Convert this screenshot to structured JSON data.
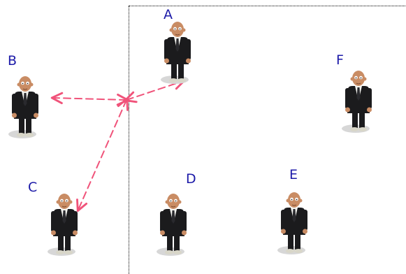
{
  "colors": {
    "label": "#1c1aa8",
    "arrow": "#f0537a",
    "suit": "#1b1b1d",
    "skin": "#c98c64",
    "shirt": "#f2f2ee",
    "tie": "#2a2a2e",
    "shoe": "#d8d6c8",
    "shadow": "#d7d7d7"
  },
  "people": [
    {
      "id": "A",
      "label": "A"
    },
    {
      "id": "B",
      "label": "B"
    },
    {
      "id": "C",
      "label": "C"
    },
    {
      "id": "D",
      "label": "D"
    },
    {
      "id": "E",
      "label": "E"
    },
    {
      "id": "F",
      "label": "F"
    }
  ],
  "arrows": [
    {
      "from": "junction",
      "to": "A"
    },
    {
      "from": "junction",
      "to": "B"
    },
    {
      "from": "junction",
      "to": "C"
    }
  ]
}
